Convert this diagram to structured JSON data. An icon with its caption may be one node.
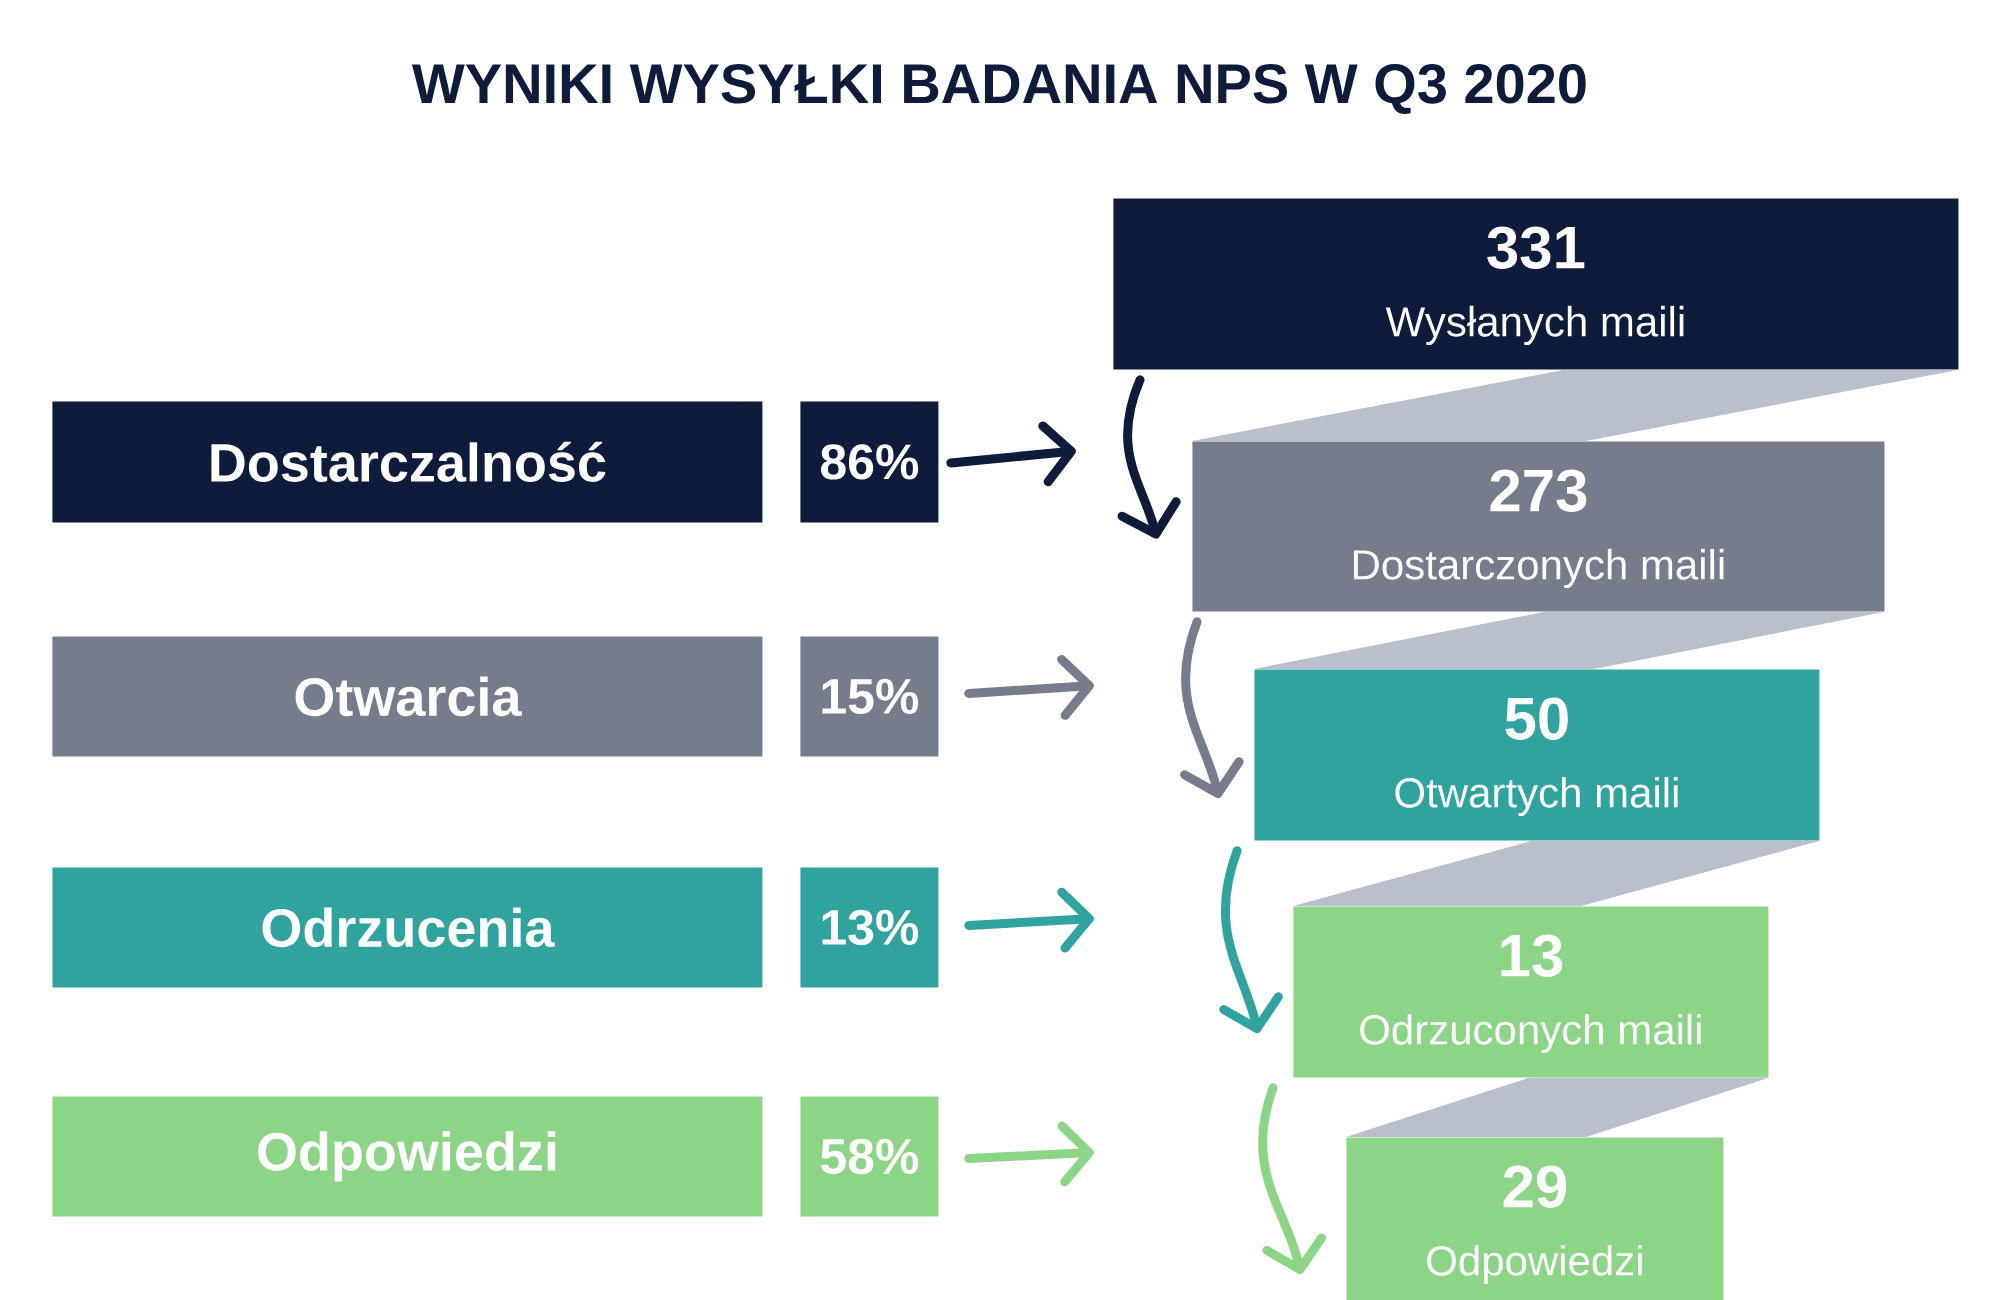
{
  "diagram": {
    "title": "WYNIKI WYSYŁKI BADANIA NPS W Q3 2020",
    "nodes": [
      {
        "text": [
          "331",
          "Wysłanych maili"
        ]
      },
      {
        "text": [
          "Dostarczalność"
        ]
      },
      {
        "text": [
          "86%"
        ]
      },
      {
        "text": [
          "273",
          "Dostarczonych maili"
        ]
      },
      {
        "text": [
          "Otwarcia"
        ]
      },
      {
        "text": [
          "15%"
        ]
      },
      {
        "text": [
          "50",
          "Otwartych maili"
        ]
      },
      {
        "text": [
          "Odrzucenia"
        ]
      },
      {
        "text": [
          "13%"
        ]
      },
      {
        "text": [
          "13",
          "Odrzuconych maili"
        ]
      },
      {
        "text": [
          "Odpowiedzi"
        ]
      },
      {
        "text": [
          "58%"
        ]
      },
      {
        "text": [
          "29",
          "Odpowiedzi"
        ]
      }
    ],
    "edges": [
      {
        "from": 2,
        "to": null,
        "arrow": "to",
        "color": "#0e1b3a"
      },
      {
        "from": 5,
        "to": null,
        "arrow": "to",
        "color": "#767c8b"
      },
      {
        "from": 8,
        "to": null,
        "arrow": "to",
        "color": "#31a39e"
      },
      {
        "from": 11,
        "to": null,
        "arrow": "to",
        "color": "#8dd586"
      },
      {
        "from": 0,
        "to": 3,
        "arrow": "to",
        "color": "#0e1b3a"
      },
      {
        "from": 3,
        "to": 6,
        "arrow": "to",
        "color": "#767c8b"
      },
      {
        "from": 6,
        "to": 9,
        "arrow": "to",
        "color": "#31a39e"
      },
      {
        "from": 9,
        "to": 12,
        "arrow": "to",
        "color": "#8dd586"
      },
      {
        "from": 0,
        "to": 3,
        "arrow": "none",
        "color": "#b9bfcd"
      },
      {
        "from": 3,
        "to": 6,
        "arrow": "none",
        "color": "#b9bfcd"
      },
      {
        "from": 6,
        "to": 9,
        "arrow": "none",
        "color": "#b9bfcd"
      },
      {
        "from": 9,
        "to": 12,
        "arrow": "none",
        "color": "#b9bfcd"
      }
    ]
  }
}
